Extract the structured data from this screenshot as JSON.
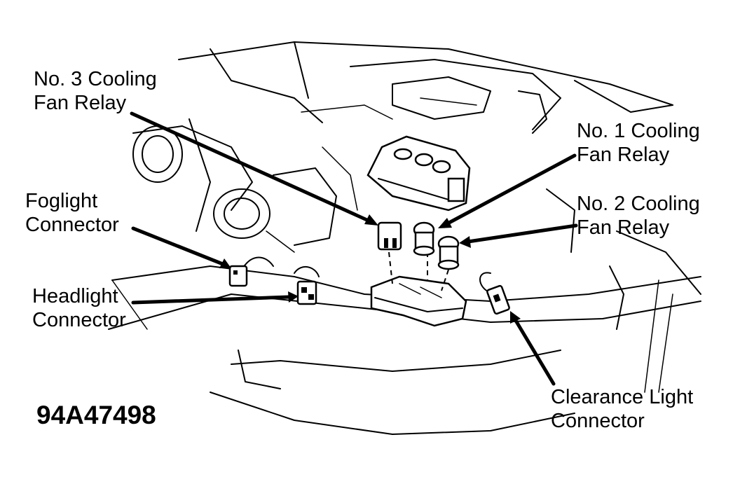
{
  "labels": {
    "no3_relay": [
      "No. 3 Cooling",
      "Fan Relay"
    ],
    "no1_relay": [
      "No. 1 Cooling",
      "Fan Relay"
    ],
    "no2_relay": [
      "No. 2 Cooling",
      "Fan Relay"
    ],
    "foglight": [
      "Foglight",
      "Connector"
    ],
    "headlight": [
      "Headlight",
      "Connector"
    ],
    "clearance": [
      "Clearance Light",
      "Connector"
    ]
  },
  "figure_code": "94A47498",
  "colors": {
    "ink": "#000000",
    "paper": "#ffffff"
  }
}
